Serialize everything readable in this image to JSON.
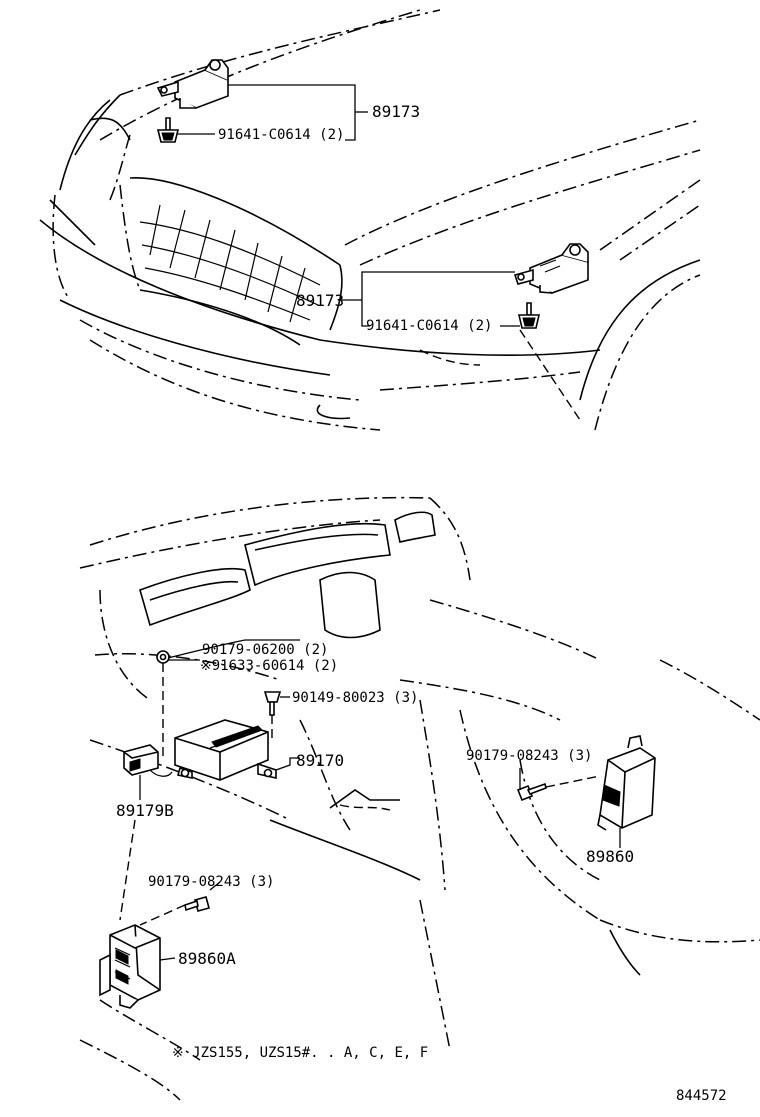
{
  "labels": {
    "sensor_front_right": "89173",
    "bolt_front_right": "91641-C0614 (2)",
    "sensor_front_left": "89173",
    "bolt_front_left": "91641-C0614 (2)",
    "nut_airbag": "90179-06200 (2)",
    "nut_airbag_alt": "※91633-60614 (2)",
    "bolt_computer": "90149-80023 (3)",
    "computer_assy": "89170",
    "connector": "89179B",
    "nut_side_right": "90179-08243 (3)",
    "side_sensor_right": "89860",
    "nut_side_left": "90179-08243 (3)",
    "side_sensor_left": "89860A",
    "footnote": "※ JZS155, UZS15#. . A, C, E, F",
    "drawing_number": "844572"
  }
}
